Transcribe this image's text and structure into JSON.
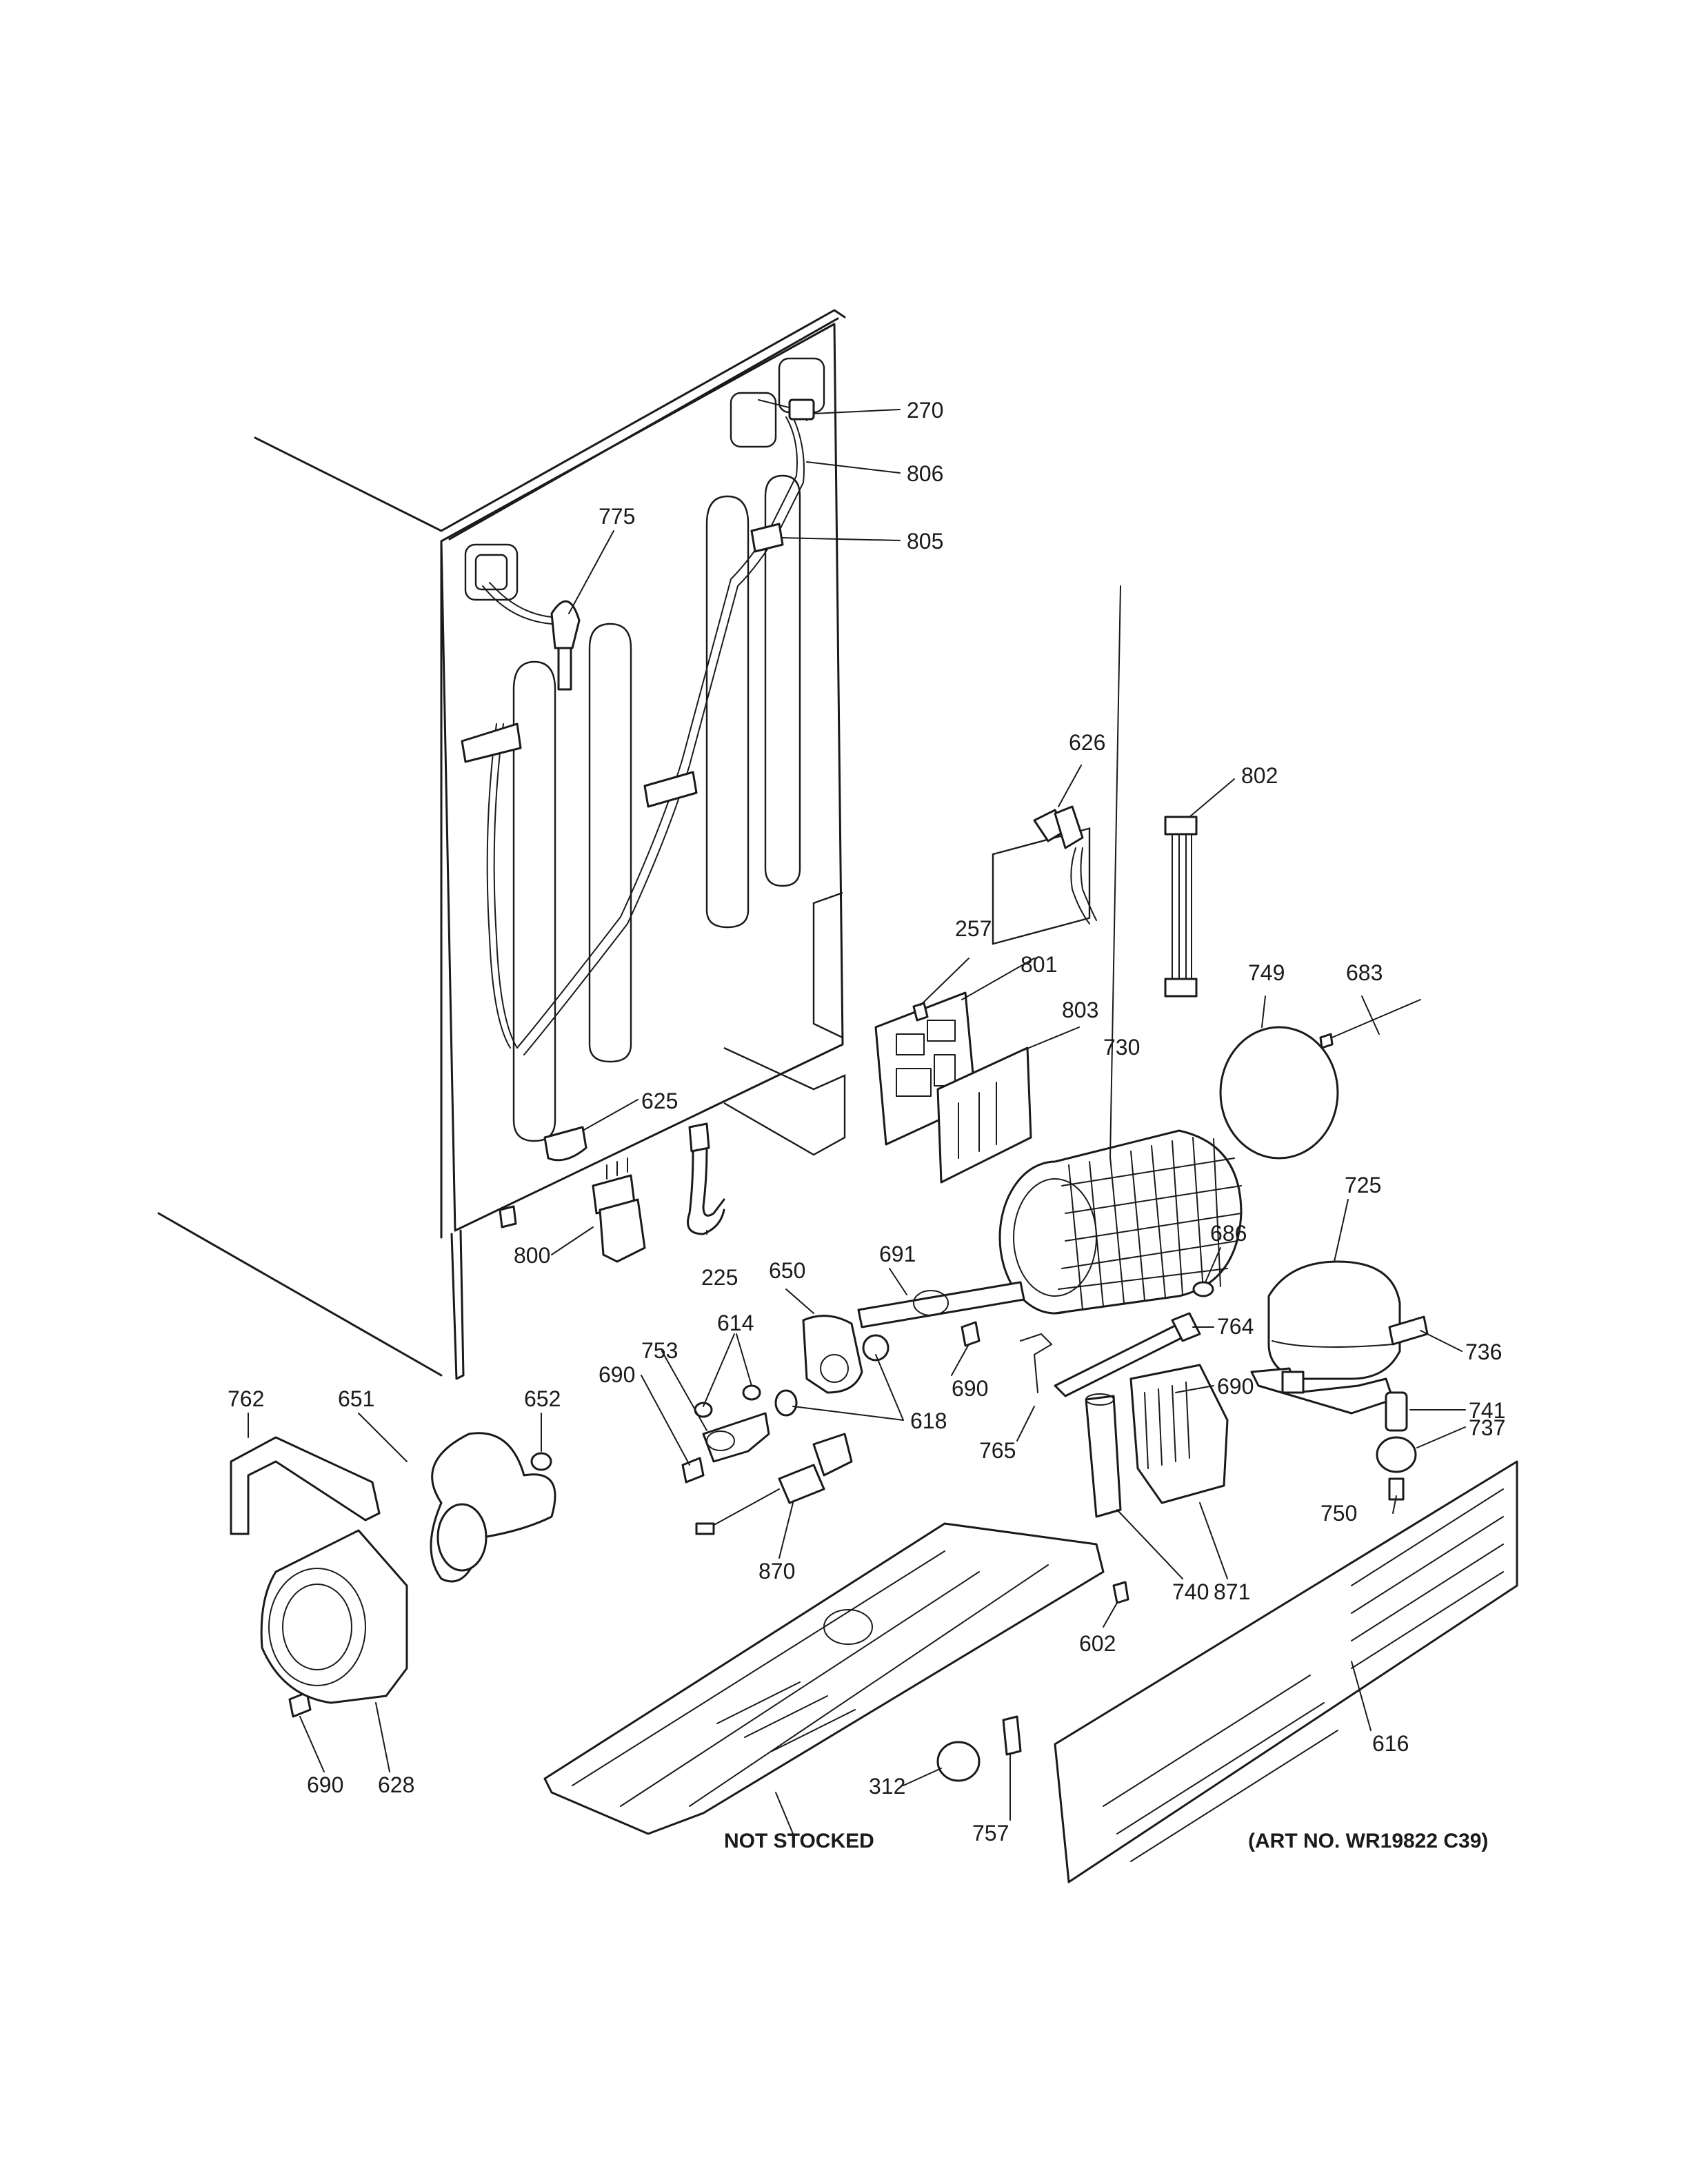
{
  "diagram": {
    "part_labels": {
      "p270": "270",
      "p806": "806",
      "p805": "805",
      "p775": "775",
      "p626": "626",
      "p802": "802",
      "p257": "257",
      "p801": "801",
      "p803": "803",
      "p730": "730",
      "p749": "749",
      "p683": "683",
      "p625": "625",
      "p800": "800",
      "p225": "225",
      "p650": "650",
      "p691": "691",
      "p686": "686",
      "p725": "725",
      "p764": "764",
      "p614": "614",
      "p753": "753",
      "p690_a": "690",
      "p690_b": "690",
      "p690_c": "690",
      "p690_d": "690",
      "p618": "618",
      "p736": "736",
      "p741": "741",
      "p737": "737",
      "p750": "750",
      "p765": "765",
      "p762": "762",
      "p651": "651",
      "p652": "652",
      "p870": "870",
      "p740": "740",
      "p871": "871",
      "p602": "602",
      "p616": "616",
      "p312": "312",
      "p757": "757",
      "p628": "628"
    },
    "not_stocked": "NOT STOCKED",
    "art_number": "(ART NO. WR19822 C39)"
  }
}
